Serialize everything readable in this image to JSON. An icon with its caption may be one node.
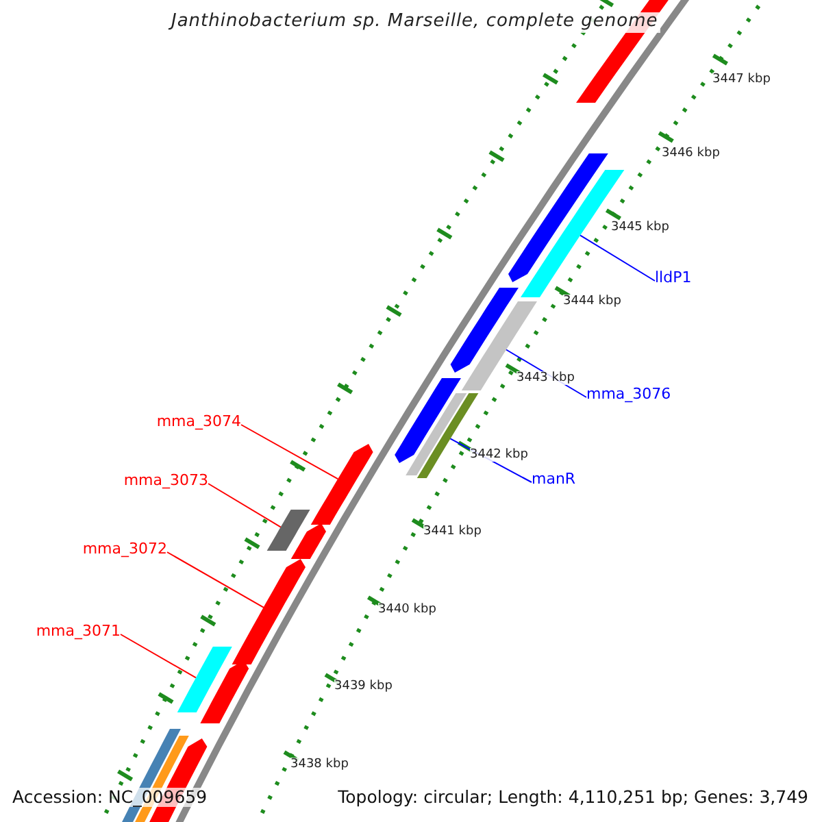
{
  "diagram": {
    "title": "Janthinobacterium sp. Marseille, complete genome",
    "nodes": [
      {
        "text": [
          "lldP1"
        ]
      },
      {
        "text": [
          "mma_3076"
        ]
      },
      {
        "text": [
          "manR"
        ]
      },
      {
        "text": [
          "mma_3074"
        ]
      },
      {
        "text": [
          "mma_3073"
        ]
      },
      {
        "text": [
          "mma_3072"
        ]
      },
      {
        "text": [
          "mma_3071"
        ]
      },
      {
        "text": [],
        "shape": "bar"
      },
      {
        "text": [],
        "shape": "bar"
      },
      {
        "text": [],
        "shape": "bar"
      },
      {
        "text": [],
        "shape": "bar"
      },
      {
        "text": [],
        "shape": "bar"
      },
      {
        "text": [],
        "shape": "bar"
      },
      {
        "text": [],
        "shape": "bar"
      },
      {
        "text": [],
        "shape": "bar"
      },
      {
        "text": [],
        "shape": "bar"
      },
      {
        "text": [],
        "shape": "bar"
      },
      {
        "text": [],
        "shape": "bar"
      },
      {
        "text": [],
        "shape": "bar"
      },
      {
        "text": [],
        "shape": "bar"
      },
      {
        "text": [],
        "shape": "bar"
      },
      {
        "text": [],
        "shape": "bar"
      },
      {
        "text": [],
        "shape": "bar"
      },
      {
        "text": [],
        "shape": "bar"
      }
    ],
    "edges": [
      {
        "from": 0,
        "to": 9,
        "arrow": "none",
        "color": "#0000ff"
      },
      {
        "from": 1,
        "to": 11,
        "arrow": "none",
        "color": "#0000ff"
      },
      {
        "from": 2,
        "to": 14,
        "arrow": "none",
        "color": "#0000ff"
      },
      {
        "from": 3,
        "to": 15,
        "arrow": "none"
      },
      {
        "from": 4,
        "to": 16,
        "arrow": "none"
      },
      {
        "from": 5,
        "to": 18,
        "arrow": "none"
      },
      {
        "from": 6,
        "to": 19,
        "arrow": "none"
      }
    ],
    "labels": [
      "3447 kbp",
      "3446 kbp",
      "3445 kbp",
      "3444 kbp",
      "3443 kbp",
      "3442 kbp",
      "3441 kbp",
      "3440 kbp",
      "3439 kbp",
      "3438 kbp",
      "Accession: NC_009659",
      "Topology: circular; Length: 4,110,251 bp; Genes: 3,749"
    ]
  }
}
